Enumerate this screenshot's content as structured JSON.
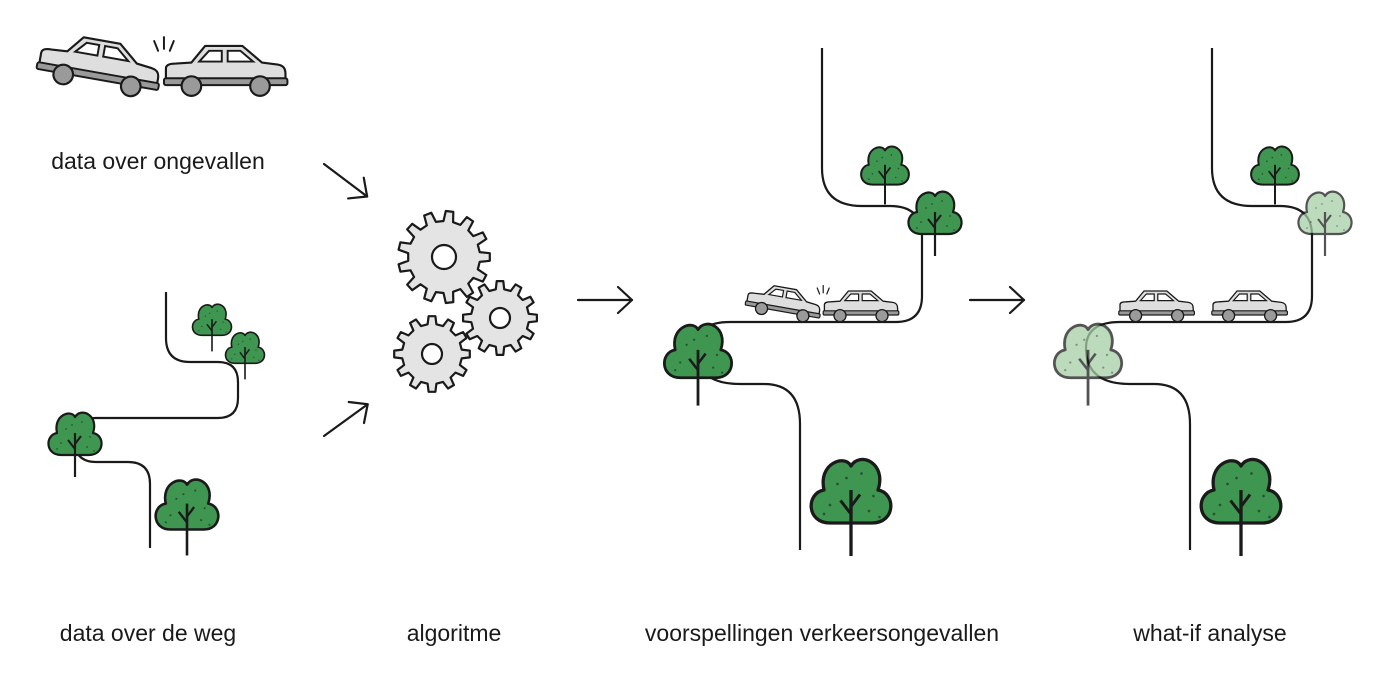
{
  "labels": {
    "accidents": "data over ongevallen",
    "road": "data over de weg",
    "algorithm": "algoritme",
    "predictions": "voorspellingen verkeersongevallen",
    "whatif": "what-if analyse"
  },
  "colors": {
    "tree_green": "#3f9650",
    "tree_faded": "#a6cfa6",
    "car_grey": "#dedede",
    "gear_grey": "#e4e4e4",
    "stroke": "#1a1a1a"
  },
  "icons": [
    "car-crash-icon",
    "gear-icon",
    "tree-icon",
    "arrow-icon",
    "road-icon",
    "car-icon"
  ]
}
